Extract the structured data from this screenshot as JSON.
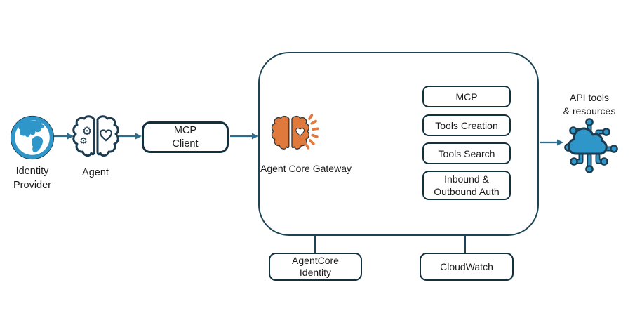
{
  "colors": {
    "accent_blue": "#2E96C8",
    "accent_orange": "#E0793C",
    "outline_navy": "#1C3B4F",
    "arrow_teal": "#2C6C8C",
    "box_border": "#13303F",
    "gateway_border": "#1D4355",
    "text": "#1B1B1B"
  },
  "nodes": {
    "identity_provider": {
      "label": "Identity\nProvider",
      "icon": "globe-icon"
    },
    "agent": {
      "label": "Agent",
      "icon": "brain-icon"
    },
    "mcp_client": {
      "label": "MCP\nClient"
    },
    "gateway": {
      "label": "Agent Core Gateway",
      "icon": "brain-burst-icon",
      "services": [
        {
          "label": "MCP"
        },
        {
          "label": "Tools Creation"
        },
        {
          "label": "Tools Search"
        },
        {
          "label": "Inbound &\nOutbound Auth"
        }
      ]
    },
    "api_tools": {
      "label": "API tools\n& resources",
      "icon": "cloud-network-icon"
    },
    "agentcore_identity": {
      "label": "AgentCore\nIdentity"
    },
    "cloudwatch": {
      "label": "CloudWatch"
    }
  }
}
